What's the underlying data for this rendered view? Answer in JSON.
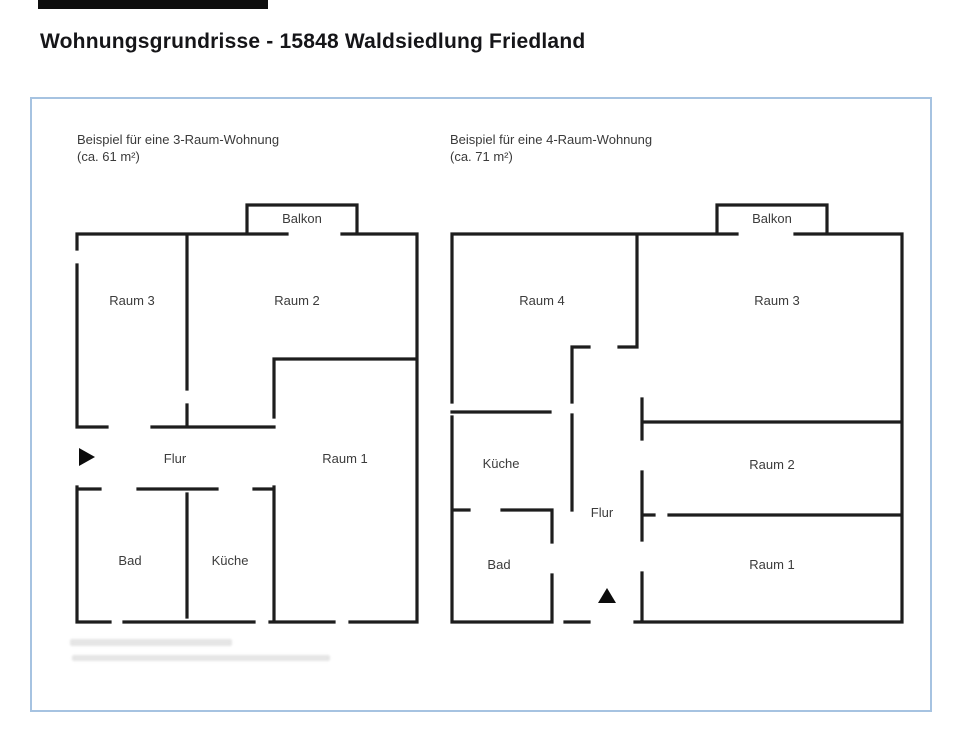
{
  "page": {
    "title": "Wohnungsgrundrisse - 15848 Waldsiedlung Friedland"
  },
  "plans": {
    "left": {
      "caption_line1": "Beispiel für eine 3-Raum-Wohnung",
      "caption_line2": "(ca. 61 m²)",
      "rooms": {
        "balkon": "Balkon",
        "raum3": "Raum 3",
        "raum2": "Raum 2",
        "flur": "Flur",
        "raum1": "Raum 1",
        "bad": "Bad",
        "kueche": "Küche"
      }
    },
    "right": {
      "caption_line1": "Beispiel für eine 4-Raum-Wohnung",
      "caption_line2": "(ca. 71 m²)",
      "rooms": {
        "balkon": "Balkon",
        "raum4": "Raum 4",
        "raum3": "Raum 3",
        "kueche": "Küche",
        "raum2": "Raum 2",
        "flur": "Flur",
        "bad": "Bad",
        "raum1": "Raum 1"
      }
    }
  },
  "colors": {
    "frame_border": "#a6c3e1",
    "wall": "#1d1d1d",
    "text": "#3c3c3c"
  }
}
